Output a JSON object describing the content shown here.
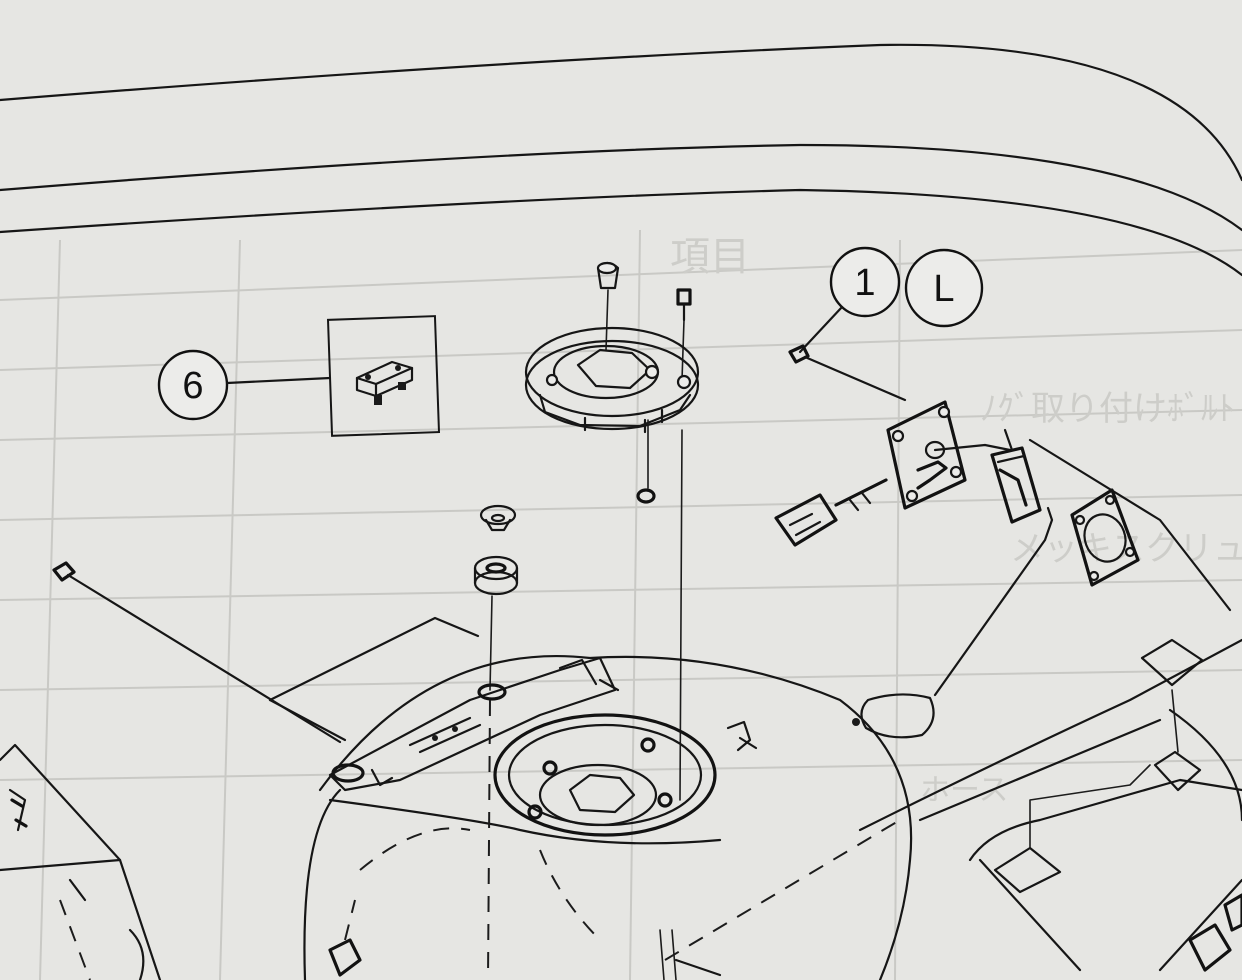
{
  "callouts": {
    "part_6": "6",
    "part_1": "1",
    "part_l": "L"
  }
}
